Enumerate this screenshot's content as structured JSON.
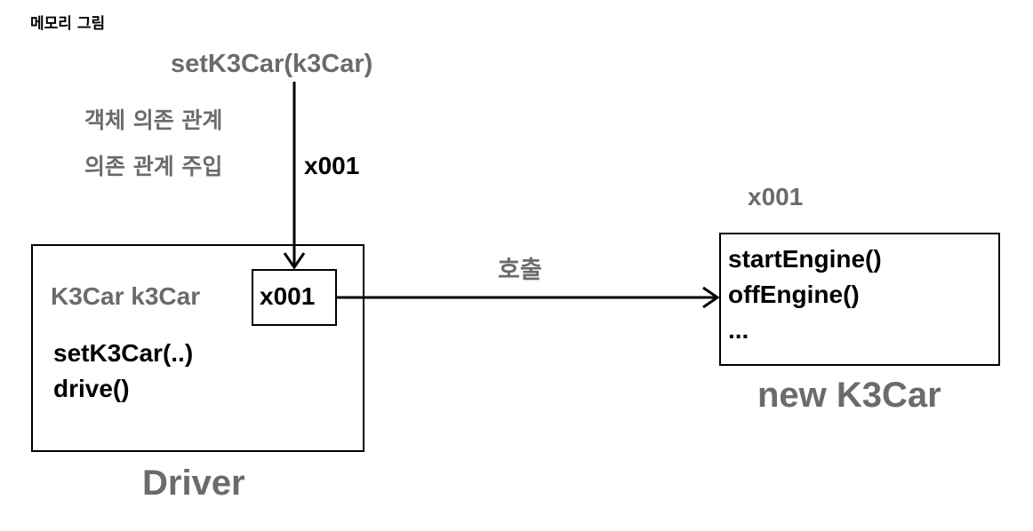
{
  "title": "메모리 그림",
  "injection": {
    "method_call": "setK3Car(k3Car)",
    "label_object_dependency": "객체 의존 관계",
    "label_dependency_injection": "의존 관계 주입",
    "reference": "x001"
  },
  "driver": {
    "field_declaration": "K3Car k3Car",
    "field_value": "x001",
    "methods": [
      "setK3Car(..)",
      "drive()"
    ],
    "label": "Driver"
  },
  "call_label": "호출",
  "k3car": {
    "address": "x001",
    "methods": [
      "startEngine()",
      "offEngine()",
      "..."
    ],
    "label": "new K3Car"
  }
}
